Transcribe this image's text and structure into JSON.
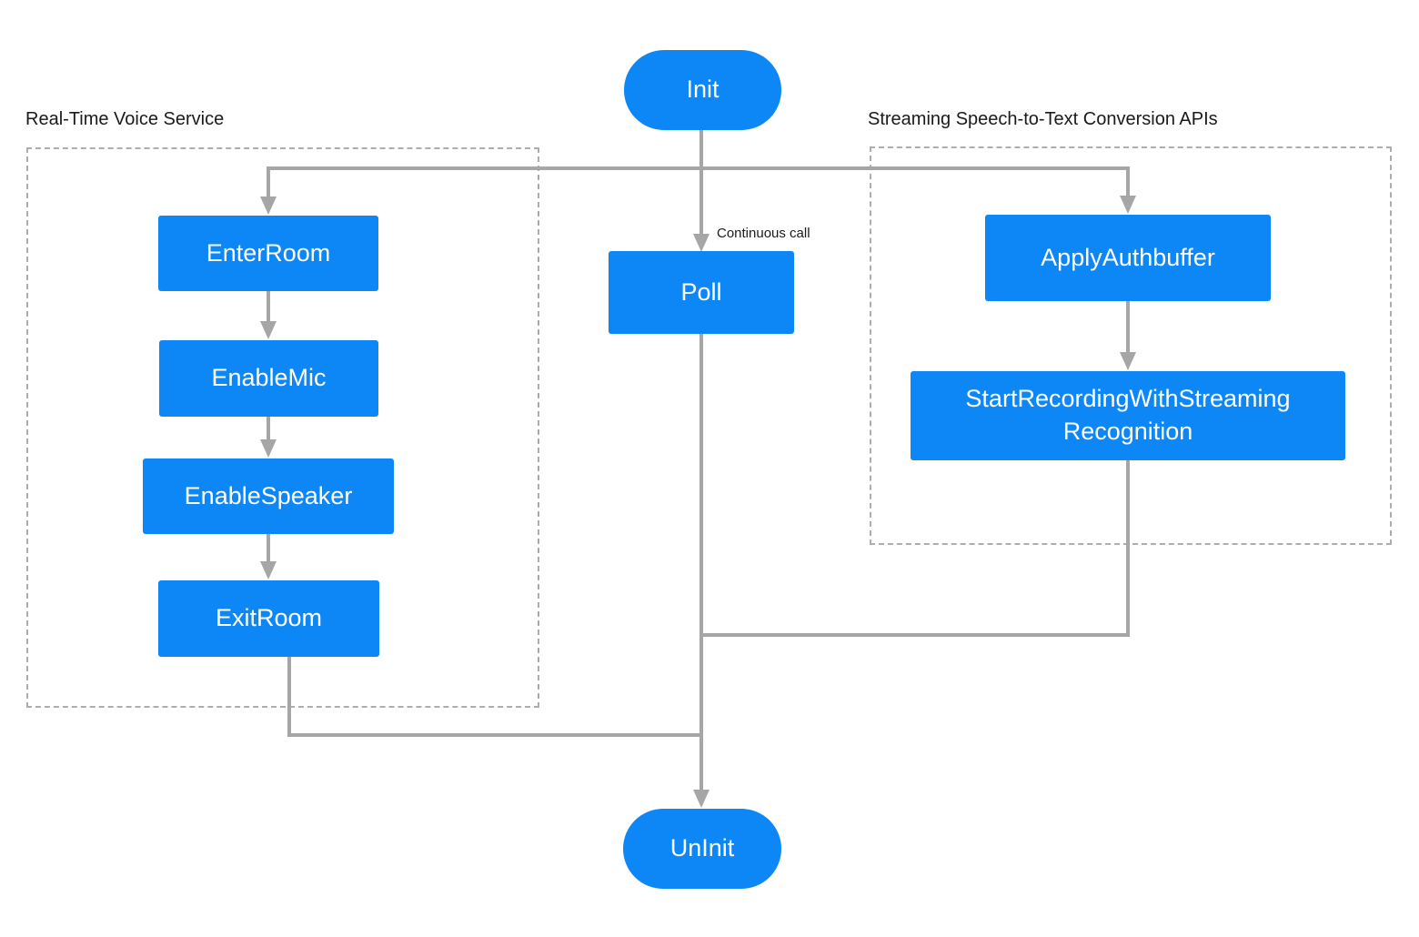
{
  "colors": {
    "node_blue": "#0d87f5",
    "node_text": "#ffffff",
    "line_gray": "#a6a6a6",
    "dash_border_gray": "#adadad",
    "label_text_dark": "#1a1a1a",
    "background": "#ffffff"
  },
  "groups": {
    "voice": {
      "title": "Real-Time Voice Service"
    },
    "stt": {
      "title": "Streaming Speech-to-Text Conversion APIs"
    }
  },
  "nodes": {
    "init": {
      "label": "Init"
    },
    "poll": {
      "label": "Poll"
    },
    "enter_room": {
      "label": "EnterRoom"
    },
    "enable_mic": {
      "label": "EnableMic"
    },
    "enable_speaker": {
      "label": "EnableSpeaker"
    },
    "exit_room": {
      "label": "ExitRoom"
    },
    "apply_authbuffer": {
      "label": "ApplyAuthbuffer"
    },
    "start_recording": {
      "label_line1": "StartRecordingWithStreaming",
      "label_line2": "Recognition"
    },
    "uninit": {
      "label": "UnInit"
    }
  },
  "annotations": {
    "poll_note": "Continuous call"
  }
}
